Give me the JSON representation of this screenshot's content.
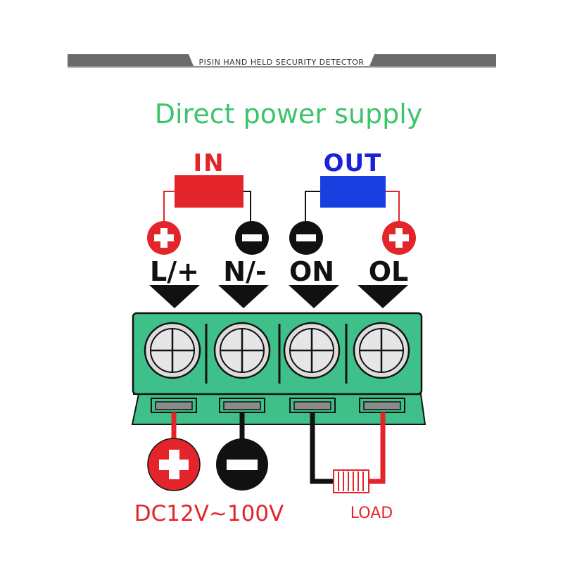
{
  "banner": {
    "text": "PISIN HAND HELD SECURITY DETECTOR"
  },
  "title": "Direct power supply",
  "in_label": "IN",
  "out_label": "OUT",
  "terminals": [
    {
      "label": "L/+"
    },
    {
      "label": "N/-"
    },
    {
      "label": "ON"
    },
    {
      "label": "OL"
    }
  ],
  "supply_label": "DC12V~100V",
  "load_label": "LOAD",
  "colors": {
    "positive": "#e3252b",
    "negative": "#111111",
    "in_box": "#e3252b",
    "out_box": "#1a3fe0",
    "terminal_block": "#3fbf8a",
    "title": "#3cc46a",
    "banner": "#6b6b6b"
  },
  "icons": [
    "plus-circle-icon",
    "minus-circle-icon",
    "down-arrow-icon",
    "screw-icon",
    "load-coil-icon"
  ]
}
